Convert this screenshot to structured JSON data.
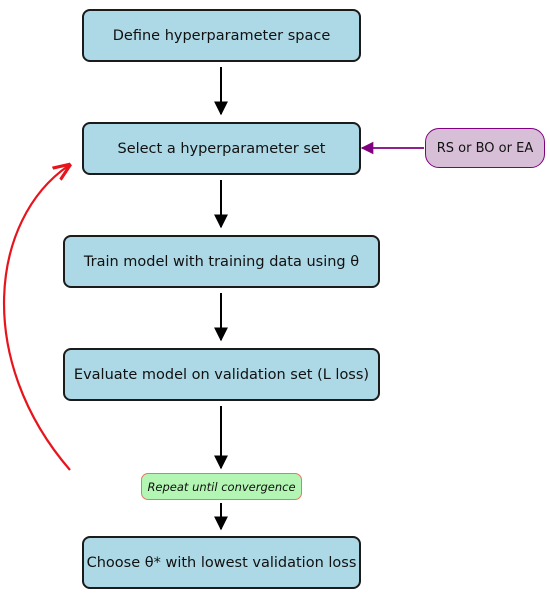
{
  "diagram": {
    "steps": [
      {
        "id": "define",
        "label": "Define hyperparameter space"
      },
      {
        "id": "select",
        "label": "Select a hyperparameter set"
      },
      {
        "id": "train",
        "label": "Train model with training data using θ"
      },
      {
        "id": "evaluate",
        "label": "Evaluate model on validation set (L loss)"
      },
      {
        "id": "choose",
        "label": "Choose θ* with lowest validation loss"
      }
    ],
    "side_input": {
      "label": "RS or BO or EA",
      "target": "select"
    },
    "loop_note": {
      "label": "Repeat until convergence"
    },
    "colors": {
      "step_fill": "#add8e6",
      "step_border": "#1b1b1b",
      "side_fill": "#d8bfd8",
      "side_border": "#800080",
      "note_fill": "#b3f5b3",
      "note_border": "#e07a6a",
      "loop_arrow": "#e8141c",
      "flow_arrow": "#000000"
    }
  }
}
